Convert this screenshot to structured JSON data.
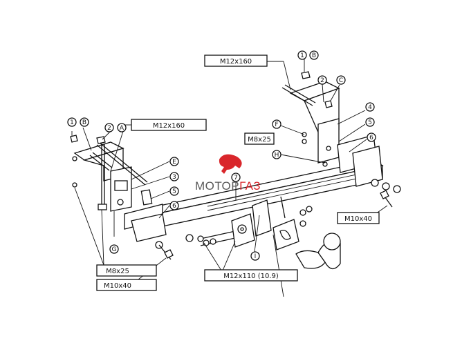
{
  "labels": {
    "bolt_top": "M12x160",
    "bolt_left": "M12x160",
    "bolt_m8_mid": "M8x25",
    "bolt_m10_right": "M10x40",
    "bolt_m12x110": "M12x110 (10.9)",
    "bolt_m8_bottom": "M8x25",
    "bolt_m10_bottom": "M10x40"
  },
  "callouts": {
    "c1_top": "1",
    "cB_top": "B",
    "c2_top": "2",
    "cC_top": "C",
    "c4": "4",
    "c5_right": "5",
    "c6_right": "6",
    "cF": "F",
    "cH": "H",
    "c1_left": "1",
    "cB_left": "B",
    "c2_left": "2",
    "cA_left": "A",
    "cE": "E",
    "c3": "3",
    "c5_left": "5",
    "c6_left": "6",
    "cG": "G",
    "c7": "7",
    "cI": "I"
  },
  "logo": {
    "text_part1": "МОТОР",
    "text_part2": "ГАЗ",
    "color_dark": "#5a5a5a",
    "color_accent": "#d9262b"
  }
}
